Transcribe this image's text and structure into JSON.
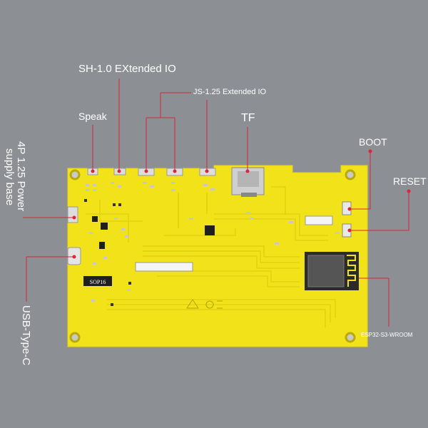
{
  "labels": {
    "sh_io": "SH-1.0 EXtended IO",
    "js_io": "JS-1.25 Extended IO",
    "speak": "Speak",
    "tf": "TF",
    "boot": "BOOT",
    "reset": "RESET",
    "power_line1": "4P 1.25 Power",
    "power_line2": "supply base",
    "usb": "USB-Type-C",
    "esp": "ESP32-S3-WROOM",
    "chip": "SOP16"
  },
  "colors": {
    "background": "#8c9095",
    "pcb": "#f2e21a",
    "trace": "#e0cf10",
    "leader": "#d8263a",
    "label": "#ffffff",
    "module": "#2b2b2b"
  }
}
